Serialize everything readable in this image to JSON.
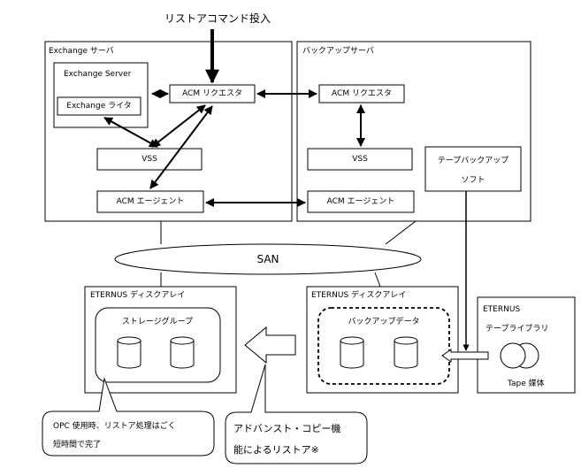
{
  "command_label": "リストアコマンド投入",
  "exchange_server_box": {
    "title": "Exchange サーバ",
    "inner_title": "Exchange Server",
    "writer": "Exchange ライタ",
    "requester": "ACM リクエスタ",
    "vss": "VSS",
    "agent": "ACM エージェント"
  },
  "backup_server_box": {
    "title": "バックアップサーバ",
    "requester": "ACM リクエスタ",
    "vss": "VSS",
    "agent": "ACM エージェント",
    "tape_software_line1": "テープバックアップ",
    "tape_software_line2": "ソフト"
  },
  "san_label": "SAN",
  "disk_array_left": {
    "title": "ETERNUS ディスクアレイ",
    "group_label": "ストレージグループ"
  },
  "disk_array_right": {
    "title": "ETERNUS ディスクアレイ",
    "group_label": "バックアップデータ"
  },
  "tape_unit": {
    "title": "ETERNUS",
    "library_label": "テープライブラリ",
    "media_label": "Tape 媒体"
  },
  "callout_opc": {
    "line1": "OPC 使用時、リストア処理はごく",
    "line2": "短時間で完了"
  },
  "callout_advanced": {
    "line1": "アドバンスト・コピー機",
    "line2": "能によるリストア※"
  }
}
